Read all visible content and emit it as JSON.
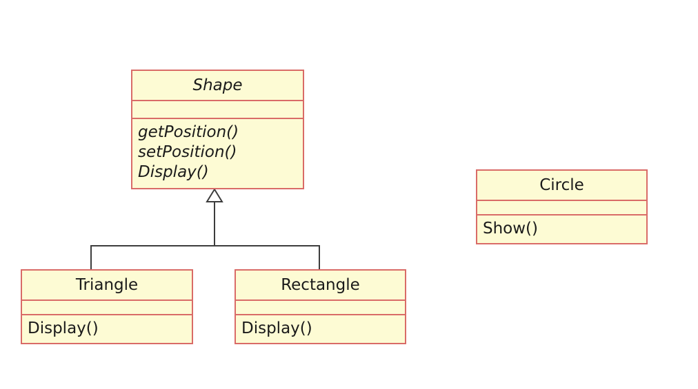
{
  "diagram": {
    "type": "uml-class-diagram",
    "title": "",
    "colors": {
      "class_fill": "#fdfbd4",
      "class_border": "#d96b67",
      "connector": "#3c3c3c",
      "text": "#1a1a1a",
      "background": "#ffffff"
    },
    "classes": [
      {
        "id": "shape",
        "name": "Shape",
        "abstract": true,
        "attributes": [],
        "operations": [
          "getPosition()",
          "setPosition()",
          "Display()"
        ]
      },
      {
        "id": "triangle",
        "name": "Triangle",
        "abstract": false,
        "attributes": [],
        "operations": [
          "Display()"
        ]
      },
      {
        "id": "rectangle",
        "name": "Rectangle",
        "abstract": false,
        "attributes": [],
        "operations": [
          "Display()"
        ]
      },
      {
        "id": "circle",
        "name": "Circle",
        "abstract": false,
        "attributes": [],
        "operations": [
          "Show()"
        ]
      }
    ],
    "relationships": [
      {
        "kind": "generalization",
        "from": "triangle",
        "to": "shape",
        "arrowhead": "hollow-triangle"
      },
      {
        "kind": "generalization",
        "from": "rectangle",
        "to": "shape",
        "arrowhead": "hollow-triangle"
      }
    ]
  }
}
